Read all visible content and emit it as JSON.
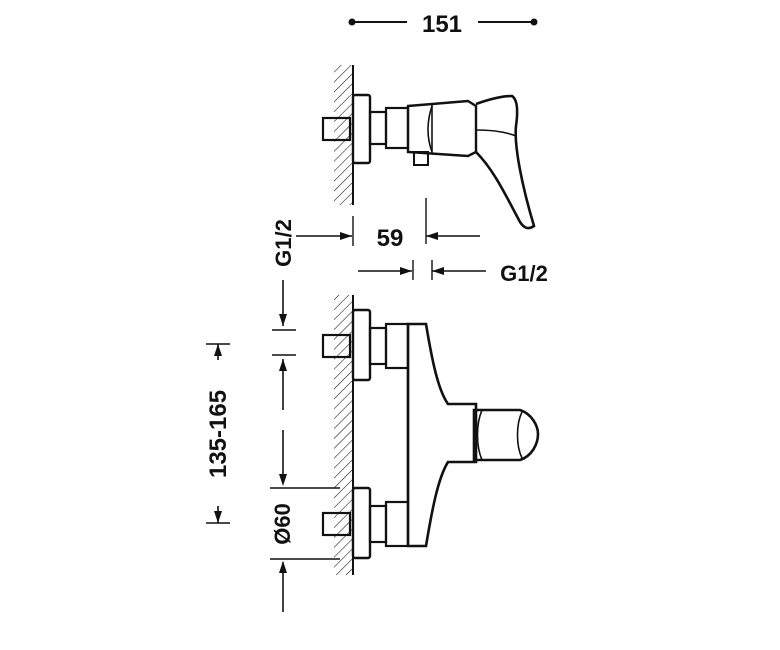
{
  "diagram": {
    "dimensions": {
      "overall_depth": "151",
      "outlet_offset": "59",
      "inlet_thread_top": "G1/2",
      "inlet_thread_side": "G1/2",
      "center_distance": "135-165",
      "rosette_diameter": "Ø60"
    }
  },
  "colors": {
    "line": "#111111",
    "background": "#ffffff"
  }
}
